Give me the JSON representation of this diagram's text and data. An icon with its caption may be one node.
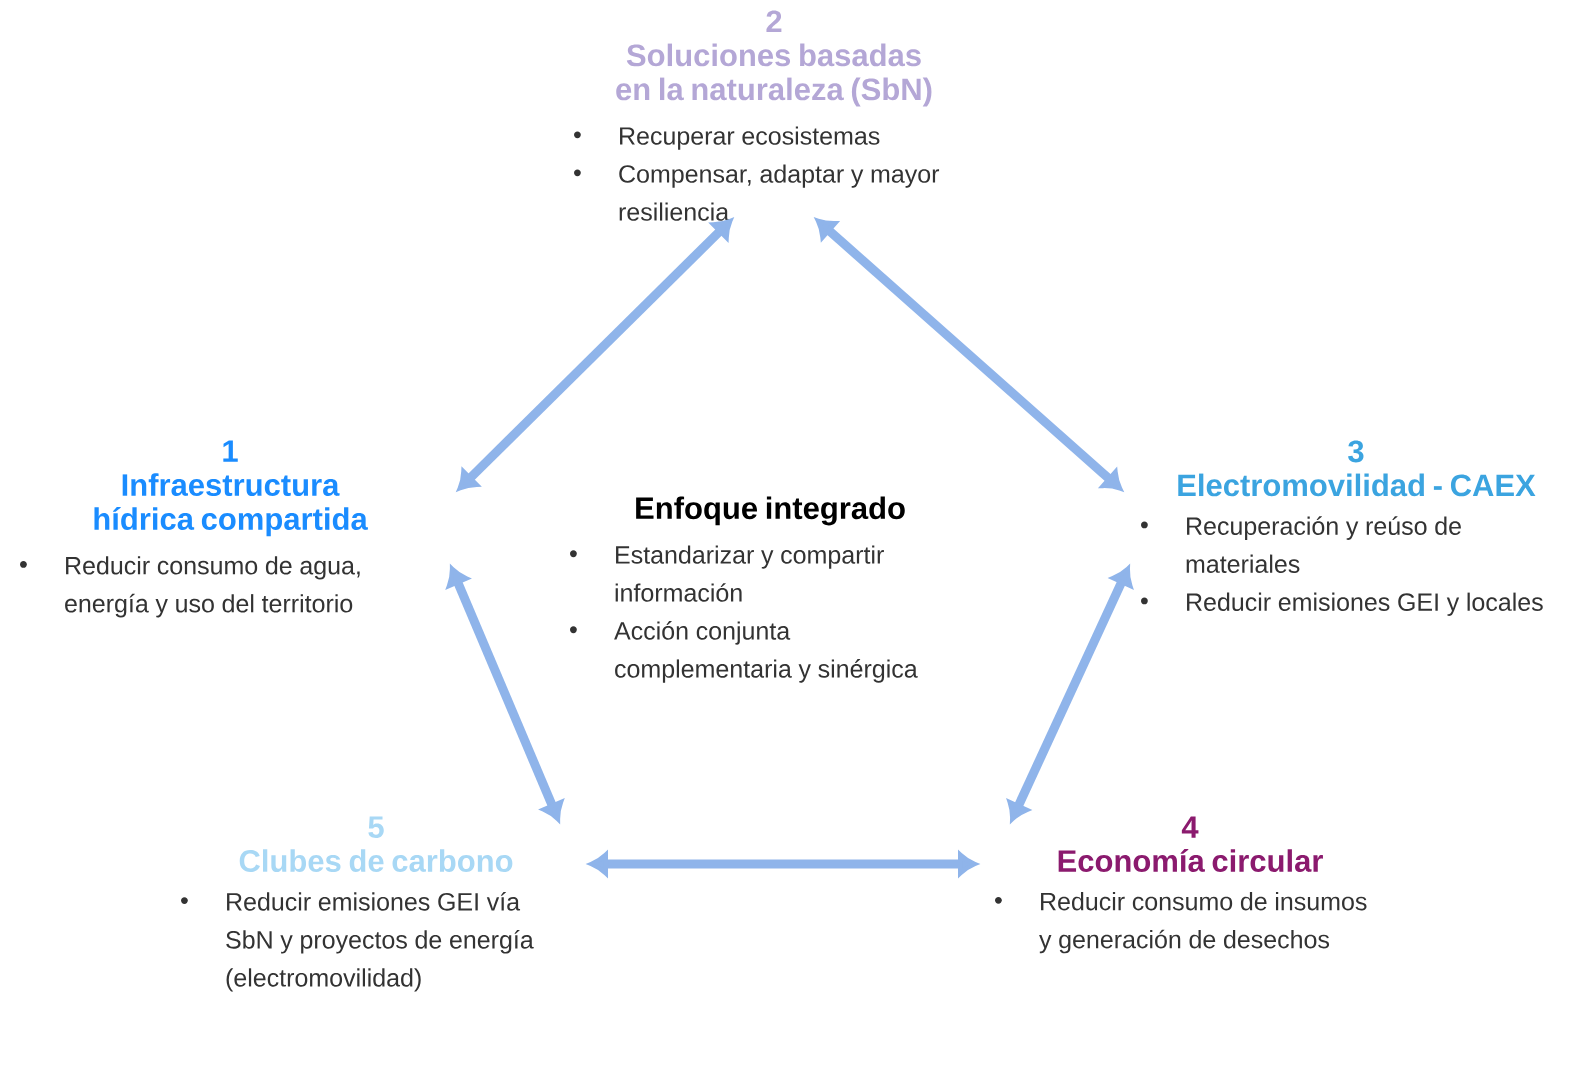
{
  "diagram": {
    "nodes": [
      {
        "text": [
          "2",
          "Soluciones basadas en la naturaleza (SbN)",
          "Recuperar ecosistemas",
          "Compensar, adaptar y mayor resiliencia"
        ]
      },
      {
        "text": [
          "1",
          "Infraestructura hídrica compartida",
          "Reducir consumo de agua, energía y uso del territorio"
        ]
      },
      {
        "text": [
          "Enfoque integrado",
          "Estandarizar y compartir información",
          "Acción conjunta complementaria y sinérgica"
        ]
      },
      {
        "text": [
          "3",
          "Electromovilidad - CAEX",
          "Recuperación y reúso de materiales",
          "Reducir emisiones GEI y locales"
        ]
      },
      {
        "text": [
          "5",
          "Clubes de carbono",
          "Reducir emisiones GEI vía SbN y proyectos de energía (electromovilidad)"
        ]
      },
      {
        "text": [
          "4",
          "Economía circular",
          "Reducir consumo de insumos y generación de desechos"
        ]
      }
    ],
    "edges": [
      {
        "from": 0,
        "to": 1,
        "arrow": "both"
      },
      {
        "from": 0,
        "to": 3,
        "arrow": "both"
      },
      {
        "from": 3,
        "to": 5,
        "arrow": "both"
      },
      {
        "from": 5,
        "to": 4,
        "arrow": "both"
      },
      {
        "from": 4,
        "to": 1,
        "arrow": "both"
      }
    ]
  }
}
